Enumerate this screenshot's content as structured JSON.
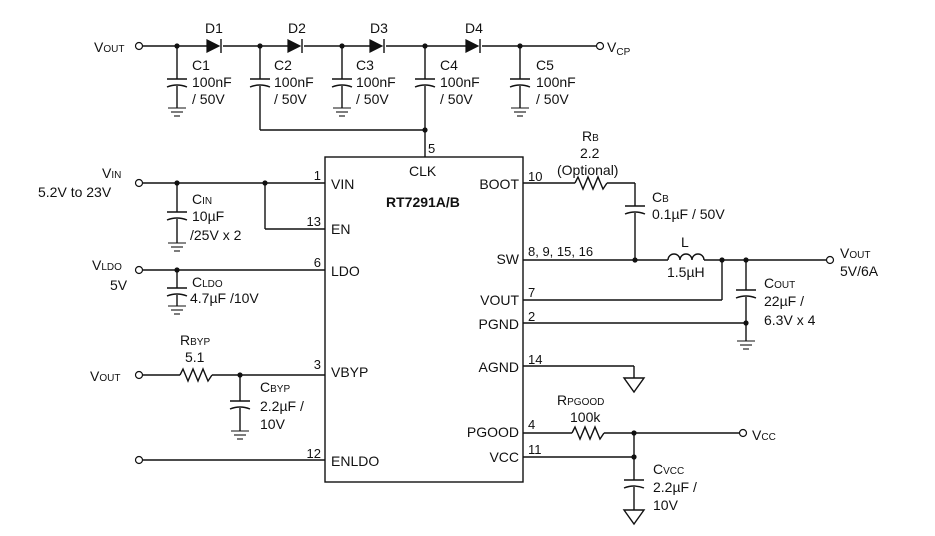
{
  "ic": {
    "name": "RT7291A/B",
    "pins": {
      "clk": {
        "label": "CLK",
        "num": "5"
      },
      "vin": {
        "label": "VIN",
        "num": "1"
      },
      "en": {
        "label": "EN",
        "num": "13"
      },
      "ldo": {
        "label": "LDO",
        "num": "6"
      },
      "vbyp": {
        "label": "VBYP",
        "num": "3"
      },
      "enldo": {
        "label": "ENLDO",
        "num": "12"
      },
      "boot": {
        "label": "BOOT",
        "num": "10"
      },
      "sw": {
        "label": "SW",
        "num": "8, 9, 15, 16"
      },
      "vout": {
        "label": "VOUT",
        "num": "7"
      },
      "pgnd": {
        "label": "PGND",
        "num": "2"
      },
      "agnd": {
        "label": "AGND",
        "num": "14"
      },
      "pgood": {
        "label": "PGOOD",
        "num": "4"
      },
      "vcc": {
        "label": "VCC",
        "num": "11"
      }
    }
  },
  "charge_pump": {
    "vout_in": {
      "main": "V",
      "sub": "OUT"
    },
    "vcp_out": {
      "main": "V",
      "sub": "CP"
    },
    "diodes": [
      "D1",
      "D2",
      "D3",
      "D4"
    ],
    "caps": [
      {
        "name": "C1",
        "value": "100nF",
        "rating": "/ 50V"
      },
      {
        "name": "C2",
        "value": "100nF",
        "rating": "/ 50V"
      },
      {
        "name": "C3",
        "value": "100nF",
        "rating": "/ 50V"
      },
      {
        "name": "C4",
        "value": "100nF",
        "rating": "/ 50V"
      },
      {
        "name": "C5",
        "value": "100nF",
        "rating": "/ 50V"
      }
    ]
  },
  "inputs": {
    "vin": {
      "main": "V",
      "sub": "IN",
      "range": "5.2V to 23V"
    },
    "cin": {
      "main": "C",
      "sub": "IN",
      "value": "10µF",
      "rating": "/25V x 2"
    },
    "vldo": {
      "main": "V",
      "sub": "LDO",
      "value": "5V"
    },
    "cldo": {
      "main": "C",
      "sub": "LDO",
      "value": "4.7µF /10V"
    },
    "rbyp": {
      "main": "R",
      "sub": "BYP",
      "value": "5.1"
    },
    "vout_byp": {
      "main": "V",
      "sub": "OUT"
    },
    "cbyp": {
      "main": "C",
      "sub": "BYP",
      "value": "2.2µF /",
      "rating": "10V"
    }
  },
  "outputs": {
    "rb": {
      "main": "R",
      "sub": "B",
      "value": "2.2",
      "note": "(Optional)"
    },
    "cb": {
      "main": "C",
      "sub": "B",
      "value": "0.1µF / 50V"
    },
    "inductor": {
      "name": "L",
      "value": "1.5µH"
    },
    "vout": {
      "main": "V",
      "sub": "OUT",
      "value": "5V/6A"
    },
    "cout": {
      "main": "C",
      "sub": "OUT",
      "value": "22µF /",
      "rating": "6.3V x 4"
    },
    "rpgood": {
      "main": "R",
      "sub": "PGOOD",
      "value": "100k"
    },
    "vcc": {
      "main": "V",
      "sub": "CC"
    },
    "cvcc": {
      "main": "C",
      "sub": "VCC",
      "value": "2.2µF /",
      "rating": "10V"
    }
  }
}
